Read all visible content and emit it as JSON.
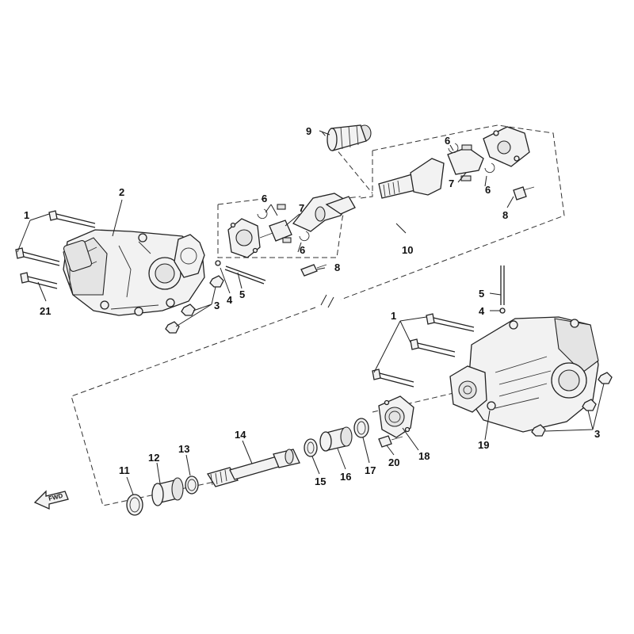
{
  "callouts": [
    {
      "id": "c1a",
      "text": "1"
    },
    {
      "id": "c2",
      "text": "2"
    },
    {
      "id": "c21",
      "text": "21"
    },
    {
      "id": "c3a",
      "text": "3"
    },
    {
      "id": "c4a",
      "text": "4"
    },
    {
      "id": "c5a",
      "text": "5"
    },
    {
      "id": "c6a",
      "text": "6"
    },
    {
      "id": "c6b",
      "text": "6"
    },
    {
      "id": "c7a",
      "text": "7"
    },
    {
      "id": "c8a",
      "text": "8"
    },
    {
      "id": "c9",
      "text": "9"
    },
    {
      "id": "c6c",
      "text": "6"
    },
    {
      "id": "c6d",
      "text": "6"
    },
    {
      "id": "c7b",
      "text": "7"
    },
    {
      "id": "c8b",
      "text": "8"
    },
    {
      "id": "c10",
      "text": "10"
    },
    {
      "id": "c5b",
      "text": "5"
    },
    {
      "id": "c4b",
      "text": "4"
    },
    {
      "id": "c1b",
      "text": "1"
    },
    {
      "id": "c3b",
      "text": "3"
    },
    {
      "id": "c19",
      "text": "19"
    },
    {
      "id": "c11",
      "text": "11"
    },
    {
      "id": "c12",
      "text": "12"
    },
    {
      "id": "c13",
      "text": "13"
    },
    {
      "id": "c14",
      "text": "14"
    },
    {
      "id": "c15",
      "text": "15"
    },
    {
      "id": "c16",
      "text": "16"
    },
    {
      "id": "c17",
      "text": "17"
    },
    {
      "id": "c18",
      "text": "18"
    },
    {
      "id": "c20",
      "text": "20"
    }
  ],
  "fwd_arrow_label": "FWD"
}
